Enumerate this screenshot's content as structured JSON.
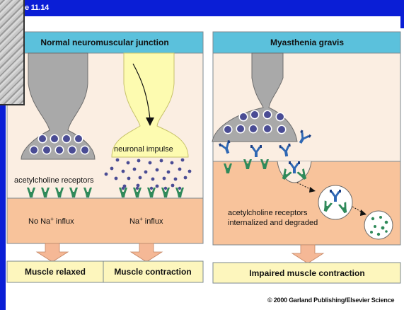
{
  "figure_label": "e 11.14",
  "left_panel": {
    "title": "Normal neuromuscular junction",
    "impulse_label": "neuronal impulse",
    "receptors_label": "acetylcholine receptors",
    "no_influx_prefix": "No Na",
    "no_influx_suffix": " influx",
    "influx_prefix": "Na",
    "influx_suffix": " influx",
    "plus": "+",
    "result_left": "Muscle relaxed",
    "result_right": "Muscle contraction"
  },
  "right_panel": {
    "title": "Myasthenia gravis",
    "receptors_line1": "acetylcholine receptors",
    "receptors_line2": "internalized and degraded",
    "result": "Impaired muscle contraction"
  },
  "copyright": "© 2000 Garland Publishing/Elsevier Science",
  "colors": {
    "header": "#5bc1dc",
    "cleft": "#fbeee2",
    "muscle": "#f8c39b",
    "nerve": "#a9a9a9",
    "impulse": "#fdfbb0",
    "vesicle": "#4a4c94",
    "receptor": "#2f8a5a",
    "antibody": "#2f68b4",
    "arrow": "#f5b896",
    "result_box": "#fdf6bd",
    "frame": "#0a1ed6"
  }
}
